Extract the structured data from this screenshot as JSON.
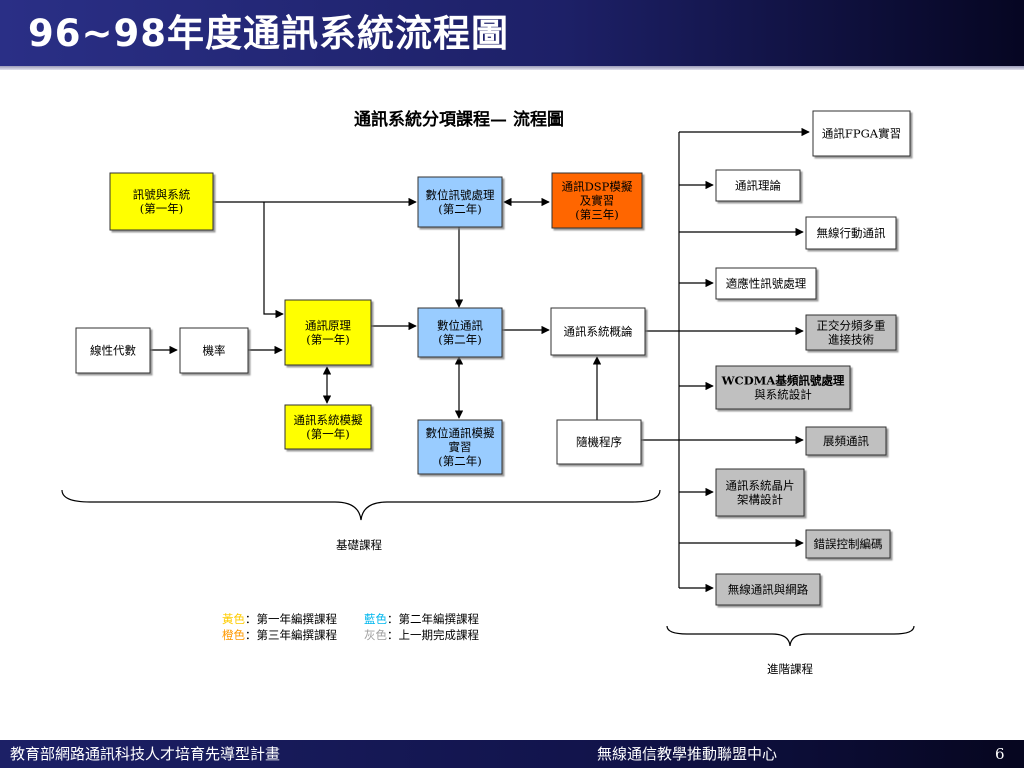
{
  "header": {
    "title": "96~98年度通訊系統流程圖"
  },
  "diagram_title": "通訊系統分項課程—  流程圖",
  "colors": {
    "yellow": "#ffff00",
    "blue": "#99ccff",
    "orange": "#ff6600",
    "gray": "#c0c0c0",
    "white": "#ffffff",
    "advanced_label": "#e8000b"
  },
  "boxes": {
    "signals_systems": [
      "訊號與系統",
      "(第一年)"
    ],
    "digital_sp": [
      "數位訊號處理",
      "(第二年)"
    ],
    "dsp_lab": [
      "通訊DSP模擬",
      "及實習",
      "(第三年)"
    ],
    "linear_algebra": [
      "線性代數"
    ],
    "probability": [
      "機率"
    ],
    "comm_principles": [
      "通訊原理",
      "(第一年)"
    ],
    "digital_comm": [
      "數位通訊",
      "(第二年)"
    ],
    "comm_sys_intro": [
      "通訊系統概論"
    ],
    "comm_sys_sim": [
      "通訊系統模擬",
      "(第一年)"
    ],
    "digital_comm_sim": [
      "數位通訊模擬",
      "實習",
      "(第二年)"
    ],
    "random_process": [
      "隨機程序"
    ],
    "fpga_lab": [
      "通訊FPGA實習"
    ],
    "comm_theory": [
      "通訊理論"
    ],
    "wireless_mobile": [
      "無線行動通訊"
    ],
    "adaptive_sp": [
      "適應性訊號處理"
    ],
    "ofdma": [
      "正交分頻多重",
      "進接技術"
    ],
    "wcdma": [
      "WCDMA基頻訊號處理",
      "與系統設計"
    ],
    "spread_spectrum": [
      "展頻通訊"
    ],
    "soc_arch": [
      "通訊系統晶片",
      "架構設計"
    ],
    "error_control": [
      "錯誤控制編碼"
    ],
    "wireless_net": [
      "無線通訊與網路"
    ]
  },
  "labels": {
    "basic_courses": "基礎課程",
    "advanced_courses": "進階課程"
  },
  "legend": {
    "yellow_word": "黃色",
    "yellow_desc": "：第一年編撰課程",
    "blue_word": "藍色",
    "blue_desc": "：第二年編撰課程",
    "orange_word": "橙色",
    "orange_desc": "：第三年編撰課程",
    "gray_word": "灰色",
    "gray_desc": "：上一期完成課程"
  },
  "footer": {
    "left": "教育部網路通訊科技人才培育先導型計畫",
    "center": "無線通信教學推動聯盟中心",
    "page": "6"
  }
}
